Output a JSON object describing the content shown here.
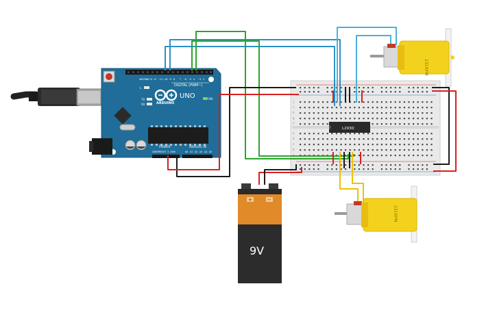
{
  "arduino": {
    "brand_logo_text": "ARDUINO",
    "model_text": "UNO",
    "digital_header_text": "DIGITAL (PWM~)",
    "power_label_text": "POWER",
    "analog_label_text": "ANALOG IN",
    "on_led_text": "ON",
    "tx_text": "TX",
    "rx_text": "RX",
    "l_text": "L"
  },
  "breadboard": {
    "chip_label_text": "L293D",
    "row_letters_top": [
      "j",
      "i",
      "h",
      "g",
      "f"
    ],
    "row_letters_bottom": [
      "e",
      "d",
      "c",
      "b",
      "a"
    ]
  },
  "motors": {
    "top_motor_label": "231RPM",
    "bottom_motor_label": "231RPM"
  },
  "battery": {
    "voltage_text": "9V",
    "plus_text": "+",
    "minus_text": "−"
  },
  "colors": {
    "arduino_blue": "#1f6d98",
    "breadboard_body": "#e9e9e9",
    "motor_yellow": "#f3d21d",
    "battery_orange": "#e08a2a",
    "battery_black": "#2c2c2c",
    "wire_red": "#d62020",
    "wire_black": "#1a1a1a",
    "wire_blue": "#2a8fc8",
    "wire_green": "#2aa52a",
    "wire_yellow": "#f0c000"
  }
}
